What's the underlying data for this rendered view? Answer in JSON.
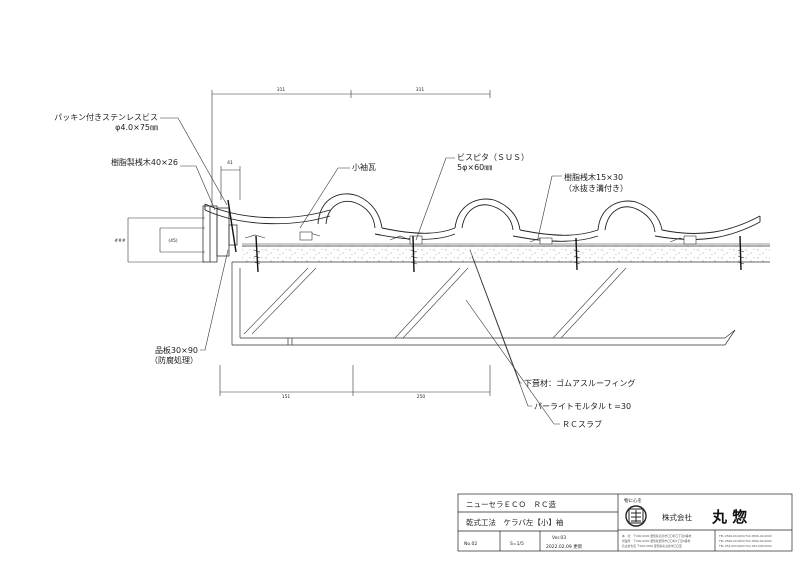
{
  "dimensions": {
    "top_left": "311",
    "top_right": "311",
    "small_width": "41",
    "left_box_1": "###",
    "left_box_2": "(45)",
    "bottom_left": "151",
    "bottom_right": "250"
  },
  "labels": {
    "packing_screw_1": "パッキン付きステンレスビス",
    "packing_screw_2": "φ4.0×75㎜",
    "resin_batten_40": "樹脂製桟木40×26",
    "ko_sode_gawara": "小袖瓦",
    "bis_pita_1": "ビスピタ（ＳＵＳ）",
    "bis_pita_2": "5φ×60㎜",
    "resin_batten_15_1": "樹脂桟木15×30",
    "resin_batten_15_2": "（水抜き溝付き）",
    "board_1": "品板30×90",
    "board_2": "（防腐処理）",
    "underlay": "下葺材：ゴムアスルーフィング",
    "perlite": "パーライトモルタル t =30",
    "rc_slab": "ＲＣスラブ"
  },
  "title_block": {
    "row1": "ニューセラＥＣＯ　ＲＣ造",
    "row2": "乾式工法　ケラバ左【小】袖",
    "no_label": "No.02",
    "scale": "S=1/5",
    "ver": "Ver.03",
    "date": "2022.02.09 更新",
    "logo_caption": "物に心を",
    "company": "株式会社",
    "company_name": "丸 惣",
    "addr1": "本　社　〒000-0000 愛知県高浜市〇〇町〇丁目0番地",
    "addr2": "営業所　〒000-0000 愛知県碧南市〇〇町0丁目0番地",
    "addr3": "名古屋支店 〒000-0000 愛知県名古屋市〇〇区",
    "tel1": "TEL.0566-00-0000 FAX.0566-00-0000",
    "tel2": "TEL.0566-00-0000 FAX.0566-00-0000",
    "tel3": "TEL.052-000-0000 FAX.052-000-0000"
  }
}
